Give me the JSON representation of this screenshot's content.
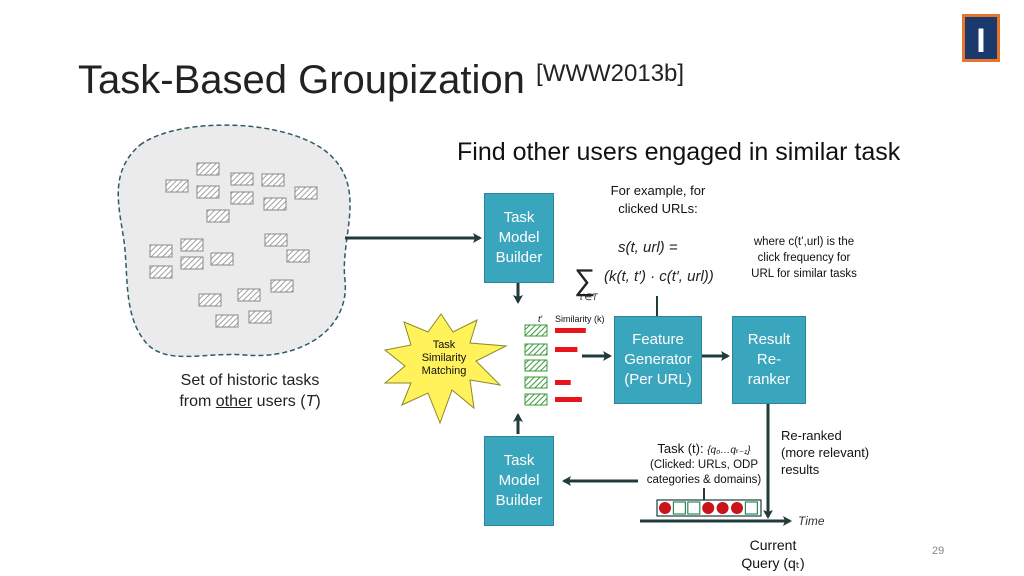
{
  "title": {
    "main": "Task-Based Groupization",
    "ref": "[WWW2013b]"
  },
  "subtitle": "Find other users engaged in similar task",
  "logo": {
    "letter": "I"
  },
  "blob_caption": {
    "line1": "Set of historic tasks",
    "line2_pre": "from ",
    "line2_other": "other",
    "line2_post": " users (",
    "line2_T": "T",
    "line2_end": ")"
  },
  "task_model_builder_top": {
    "l1": "Task",
    "l2": "Model",
    "l3": "Builder"
  },
  "task_model_builder_bottom": {
    "l1": "Task",
    "l2": "Model",
    "l3": "Builder"
  },
  "feature_generator": {
    "l1": "Feature",
    "l2": "Generator",
    "l3": "(Per URL)"
  },
  "result_reranker": {
    "l1": "Result",
    "l2": "Re-",
    "l3": "ranker"
  },
  "task_similarity": {
    "l1": "Task",
    "l2": "Similarity",
    "l3": "Matching"
  },
  "example": {
    "l1": "For example, for",
    "l2": "clicked URLs:"
  },
  "formula": {
    "lhs": "s(t, url) =",
    "sum": "∑",
    "sub": "t′∈T",
    "body": "(k(t, t′) · c(t′, url))"
  },
  "formula_note": {
    "l1": "where c(t’,url) is the",
    "l2": "click frequency for",
    "l3": "URL for similar tasks"
  },
  "sim_header": {
    "t": "t′",
    "sim": "Similarity (k)"
  },
  "sim_bars": [
    0.55,
    0.4,
    0,
    0.28,
    0.48
  ],
  "reranked": {
    "l1": "Re-ranked",
    "l2": "(more relevant)",
    "l3": "results"
  },
  "task_text": {
    "l1_pre": "Task (t): ",
    "l1_q": "{q₀…qₜ₋₁}",
    "l2": "(Clicked: URLs, ODP",
    "l3": "categories & domains)"
  },
  "timeline_squares": [
    "filled",
    "empty",
    "empty",
    "filled",
    "filled",
    "filled",
    "empty"
  ],
  "time_label": "Time",
  "current_query": {
    "l1": "Current",
    "l2": "Query (qₜ)"
  },
  "page_number": "29",
  "colors": {
    "box": "#3aa6bd",
    "star": "#fff25a",
    "bar": "#e8141b",
    "hatch": "#4caf50",
    "timeline": "#c8141b",
    "logo_blue": "#1a3a6e",
    "logo_orange": "#e8742a"
  }
}
